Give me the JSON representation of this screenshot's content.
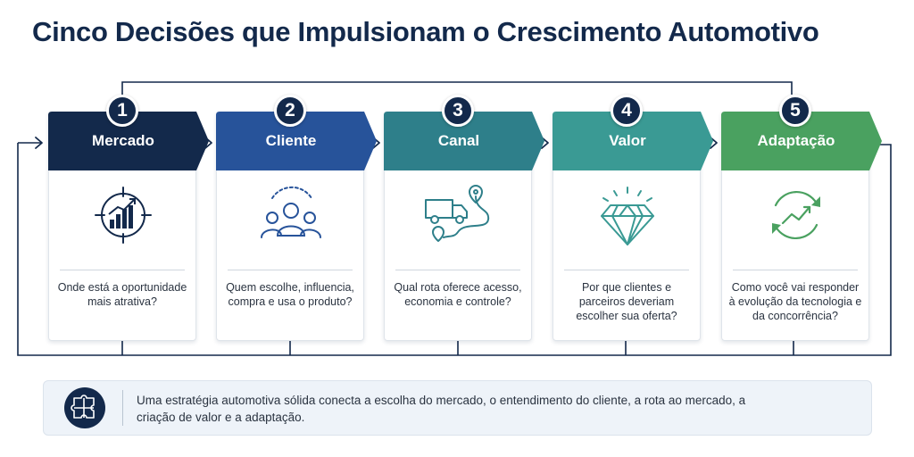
{
  "title": "Cinco Decisões que Impulsionam o Crescimento Automotivo",
  "colors": {
    "navy": "#13294b",
    "blue": "#27539a",
    "teal": "#2e7f8a",
    "teal2": "#3a9a94",
    "green": "#4aa160"
  },
  "steps": [
    {
      "number": "1",
      "label": "Mercado",
      "color": "#13294b",
      "icon": "target-chart-icon",
      "description": "Onde está a oportunidade mais atrativa?"
    },
    {
      "number": "2",
      "label": "Cliente",
      "color": "#27539a",
      "icon": "people-group-icon",
      "description": "Quem escolhe, influencia, compra e usa o produto?"
    },
    {
      "number": "3",
      "label": "Canal",
      "color": "#2e7f8a",
      "icon": "delivery-route-icon",
      "description": "Qual rota oferece acesso, economia e controle?"
    },
    {
      "number": "4",
      "label": "Valor",
      "color": "#3a9a94",
      "icon": "diamond-icon",
      "description": "Por que clientes e parceiros deveriam escolher sua oferta?"
    },
    {
      "number": "5",
      "label": "Adaptação",
      "color": "#4aa160",
      "icon": "cycle-growth-icon",
      "description": "Como você vai responder à evolução da tecnologia e da concorrência?"
    }
  ],
  "footer": {
    "icon": "puzzle-icon",
    "text": "Uma estratégia automotiva sólida conecta a escolha do mercado, o entendimento do cliente, a rota ao mercado, a criação de valor e a adaptação."
  }
}
